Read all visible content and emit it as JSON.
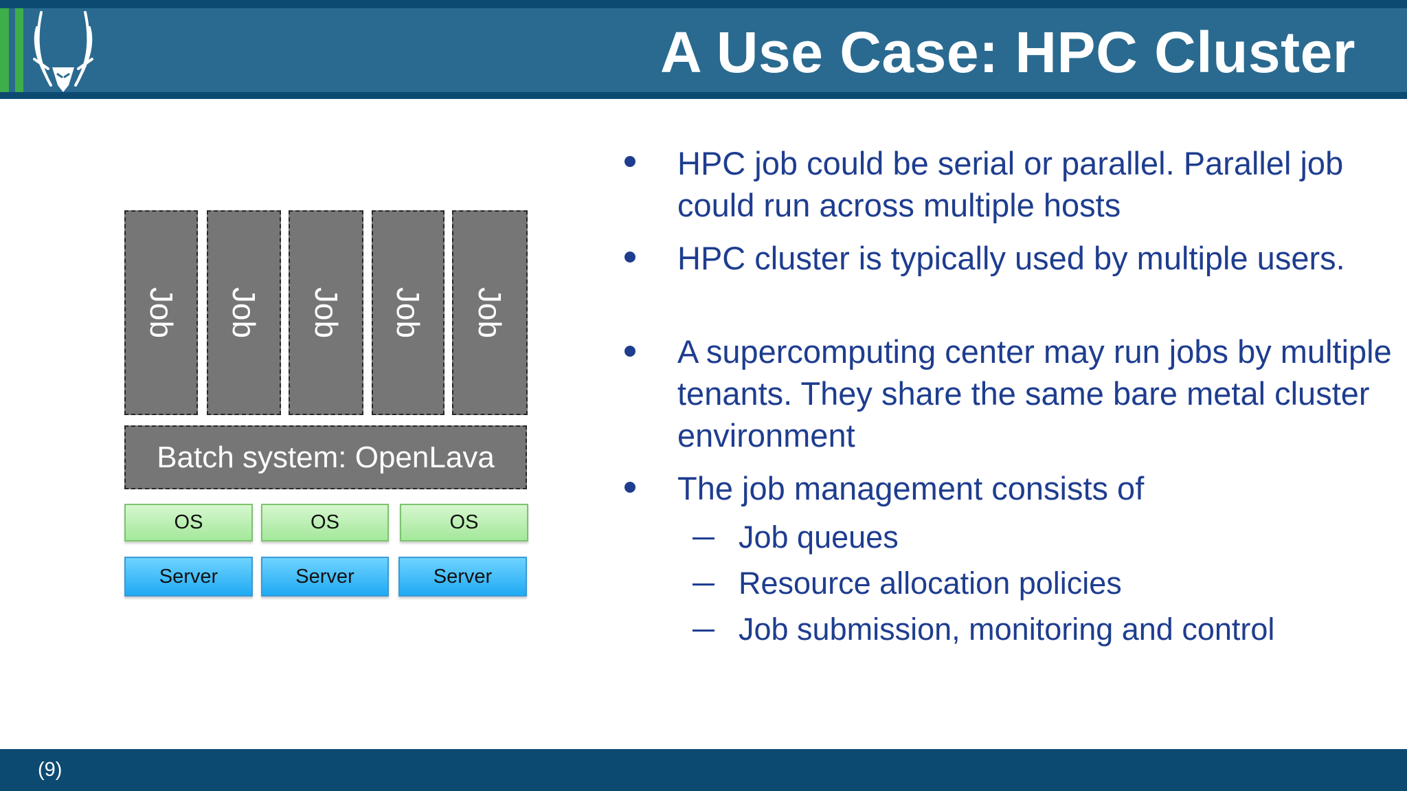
{
  "header": {
    "title": "A Use Case: HPC Cluster",
    "logo_icon": "gazelle-logo-icon",
    "colors": {
      "bar": "#2a6a90",
      "border": "#0d4a72",
      "accent": "#3dae49"
    }
  },
  "diagram": {
    "jobs": [
      "Job",
      "Job",
      "Job",
      "Job",
      "Job"
    ],
    "batch_system": "Batch system: OpenLava",
    "os": [
      "OS",
      "OS",
      "OS"
    ],
    "servers": [
      "Server",
      "Server",
      "Server"
    ],
    "colors": {
      "job": "#767676",
      "os": "#a4e89a",
      "server": "#20aaf3"
    }
  },
  "bullets": [
    {
      "text": "HPC job could be serial or parallel.  Parallel job could run across multiple hosts"
    },
    {
      "text": "HPC cluster is typically used by multiple users."
    },
    {
      "text": "A supercomputing  center may run jobs by multiple tenants. They share the same bare metal cluster environment"
    },
    {
      "text": "The job management consists of"
    }
  ],
  "sub_bullets": [
    "Job queues",
    "Resource allocation policies",
    "Job submission, monitoring and control"
  ],
  "footer": {
    "page_number": "(9)",
    "color": "#0d4a72"
  }
}
